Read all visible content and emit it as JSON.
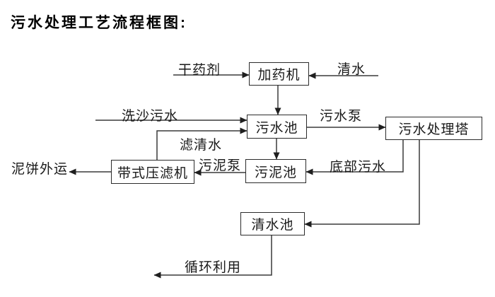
{
  "title": "污水处理工艺流程框图:",
  "diagram": {
    "line_color": "#3a3a3a",
    "box_border_color": "#2b2b2b",
    "background_color": "#ffffff",
    "nodes": {
      "dosing_machine": "加药机",
      "sewage_pool": "污水池",
      "sewage_treatment_tower": "污水处理塔",
      "sludge_pool": "污泥池",
      "belt_filter_press": "带式压滤机",
      "clean_water_pool": "清水池"
    },
    "labels": {
      "dry_chemical": "干药剂",
      "clean_water": "清水",
      "sand_wash_sewage": "洗沙污水",
      "sewage_pump": "污水泵",
      "filtered_water": "滤清水",
      "sludge_pump": "污泥泵",
      "bottom_sewage": "底部污水",
      "mud_cake_out": "泥饼外运",
      "recycle_use": "循环利用"
    },
    "edges": [
      {
        "from": "干药剂",
        "to": "加药机"
      },
      {
        "from": "清水",
        "to": "加药机"
      },
      {
        "from": "加药机",
        "to": "污水池"
      },
      {
        "from": "洗沙污水",
        "to": "污水池"
      },
      {
        "from": "带式压滤机",
        "to": "污水池",
        "label": "滤清水"
      },
      {
        "from": "污水池",
        "to": "污水处理塔",
        "label": "污水泵"
      },
      {
        "from": "污水池",
        "to": "污泥池"
      },
      {
        "from": "污水处理塔",
        "to": "污泥池",
        "label": "底部污水"
      },
      {
        "from": "污泥池",
        "to": "带式压滤机",
        "label": "污泥泵"
      },
      {
        "from": "带式压滤机",
        "to": "泥饼外运"
      },
      {
        "from": "污水处理塔",
        "to": "清水池"
      },
      {
        "from": "清水池",
        "to": "循环利用"
      }
    ]
  }
}
